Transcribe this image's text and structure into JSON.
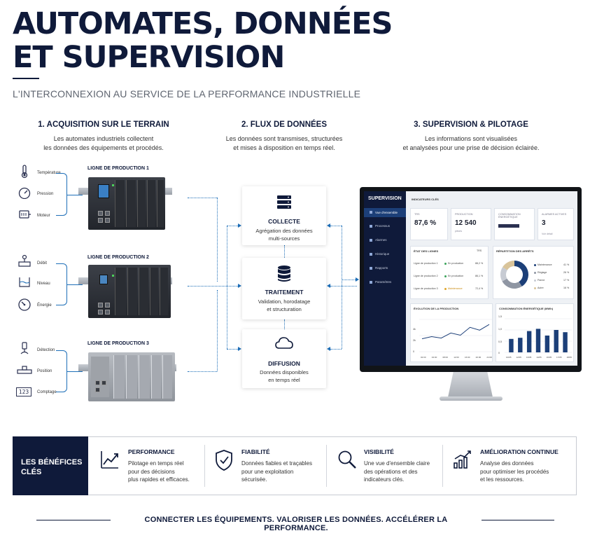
{
  "header": {
    "title_line1": "AUTOMATES, DONNÉES",
    "title_line2": "ET SUPERVISION",
    "subtitle": "L'INTERCONNEXION AU SERVICE DE LA PERFORMANCE INDUSTRIELLE"
  },
  "steps": [
    {
      "title": "1. ACQUISITION SUR LE TERRAIN",
      "desc1": "Les automates industriels collectent",
      "desc2": "les données des équipements et procédés."
    },
    {
      "title": "2. FLUX DE DONNÉES",
      "desc1": "Les données sont transmises, structurées",
      "desc2": "et mises à disposition en temps réel."
    },
    {
      "title": "3. SUPERVISION & PILOTAGE",
      "desc1": "Les informations sont visualisées",
      "desc2": "et analysées pour une prise de décision éclairée."
    }
  ],
  "lines": [
    {
      "title": "LIGNE DE PRODUCTION 1",
      "sensors": [
        {
          "label": "Température",
          "icon": "thermometer-icon"
        },
        {
          "label": "Pression",
          "icon": "gauge-icon"
        },
        {
          "label": "Moteur",
          "icon": "motor-icon"
        }
      ]
    },
    {
      "title": "LIGNE DE PRODUCTION 2",
      "sensors": [
        {
          "label": "Débit",
          "icon": "flow-icon"
        },
        {
          "label": "Niveau",
          "icon": "tank-icon"
        },
        {
          "label": "Énergie",
          "icon": "energy-gauge-icon"
        }
      ]
    },
    {
      "title": "LIGNE DE PRODUCTION 3",
      "sensors": [
        {
          "label": "Détection",
          "icon": "detector-icon"
        },
        {
          "label": "Position",
          "icon": "position-icon"
        },
        {
          "label": "Comptage",
          "icon": "counter-icon"
        }
      ]
    }
  ],
  "counter_glyph": "123",
  "flow": [
    {
      "title": "COLLECTE",
      "desc1": "Agrégation des données",
      "desc2": "multi-sources",
      "icon": "server-icon"
    },
    {
      "title": "TRAITEMENT",
      "desc1": "Validation, horodatage",
      "desc2": "et structuration",
      "icon": "database-icon"
    },
    {
      "title": "DIFFUSION",
      "desc1": "Données disponibles",
      "desc2": "en temps réel",
      "icon": "cloud-icon"
    }
  ],
  "dashboard": {
    "sidebar_title": "SUPERVISION",
    "menu": [
      "Vue d'ensemble",
      "Processus",
      "Alarmes",
      "Historique",
      "Rapports",
      "Paramètres"
    ],
    "section": "INDICATEURS CLÉS",
    "kpis": [
      {
        "label": "TRS",
        "value": "87,6 %",
        "sub": ""
      },
      {
        "label": "PRODUCTION",
        "value": "12 540",
        "sub": "pièces"
      },
      {
        "label": "CONSOMMATION ÉNERGÉTIQUE",
        "value": "",
        "sub": ""
      },
      {
        "label": "ALARMES ACTIVES",
        "value": "3",
        "sub": "Voir détail"
      }
    ],
    "lines_panel": {
      "title": "ÉTAT DES LIGNES",
      "col": "TRS",
      "rows": [
        {
          "name": "Ligne de production 1",
          "status": "En production",
          "value": "88,2 %",
          "color": "#3aa35a"
        },
        {
          "name": "Ligne de production 2",
          "status": "En production",
          "value": "86,1 %",
          "color": "#3aa35a"
        },
        {
          "name": "Ligne de production 3",
          "status": "Maintenance",
          "value": "72,4 %",
          "color": "#e0a62a"
        }
      ]
    },
    "stops_panel": {
      "title": "RÉPARTITION DES ARRÊTS",
      "items": [
        {
          "label": "Maintenance",
          "value": "41 %",
          "pct": 41,
          "color": "#1c3f78"
        },
        {
          "label": "Réglage",
          "value": "26 %",
          "pct": 26,
          "color": "#8f96a3"
        },
        {
          "label": "Panne",
          "value": "17 %",
          "pct": 17,
          "color": "#c7cbd3"
        },
        {
          "label": "Autre",
          "value": "16 %",
          "pct": 16,
          "color": "#d9c49a"
        }
      ]
    },
    "prod_panel": {
      "title": "ÉVOLUTION DE LA PRODUCTION",
      "yticks": [
        "4k",
        "2k",
        "0"
      ],
      "xticks": [
        "02:00",
        "04:00",
        "08:00",
        "12:00",
        "16:00",
        "20:00",
        "24:00"
      ]
    },
    "energy_panel": {
      "title": "CONSOMMATION ÉNERGÉTIQUE (MWh)",
      "yticks": [
        "1,5",
        "1,0",
        "0,5",
        "0"
      ],
      "xticks": [
        "10/05",
        "12/05",
        "13/05",
        "14/05",
        "16/05",
        "17/05",
        "18/05"
      ]
    }
  },
  "chart_data": [
    {
      "type": "line",
      "title": "ÉVOLUTION DE LA PRODUCTION",
      "x": [
        "02:00",
        "04:00",
        "08:00",
        "12:00",
        "16:00",
        "20:00",
        "24:00"
      ],
      "values": [
        1.8,
        2.1,
        1.9,
        2.6,
        2.3,
        3.4,
        3.0,
        3.8
      ],
      "ylim": [
        0,
        4.5
      ]
    },
    {
      "type": "bar",
      "title": "CONSOMMATION ÉNERGÉTIQUE (MWh)",
      "categories": [
        "10/05",
        "12/05",
        "13/05",
        "14/05",
        "16/05",
        "17/05",
        "18/05"
      ],
      "values": [
        0.6,
        0.65,
        0.95,
        1.05,
        0.75,
        1.0,
        0.9
      ],
      "ylim": [
        0,
        1.5
      ]
    },
    {
      "type": "pie",
      "title": "RÉPARTITION DES ARRÊTS",
      "categories": [
        "Maintenance",
        "Réglage",
        "Panne",
        "Autre"
      ],
      "values": [
        41,
        26,
        17,
        16
      ]
    }
  ],
  "benefits": {
    "key_title_1": "LES BÉNÉFICES",
    "key_title_2": "CLÉS",
    "items": [
      {
        "title": "PERFORMANCE",
        "d1": "Pilotage en temps réel",
        "d2": "pour des décisions",
        "d3": "plus rapides et efficaces.",
        "icon": "trend-chart-icon"
      },
      {
        "title": "FIABILITÉ",
        "d1": "Données fiables et traçables",
        "d2": "pour une exploitation",
        "d3": "sécurisée.",
        "icon": "shield-check-icon"
      },
      {
        "title": "VISIBILITÉ",
        "d1": "Une vue d'ensemble claire",
        "d2": "des opérations et des",
        "d3": "indicateurs clés.",
        "icon": "magnifier-icon"
      },
      {
        "title": "AMÉLIORATION CONTINUE",
        "d1": "Analyse des données",
        "d2": "pour optimiser les procédés",
        "d3": "et les ressources.",
        "icon": "bar-growth-icon"
      }
    ]
  },
  "footer": "CONNECTER LES ÉQUIPEMENTS. VALORISER LES DONNÉES. ACCÉLÉRER LA PERFORMANCE."
}
